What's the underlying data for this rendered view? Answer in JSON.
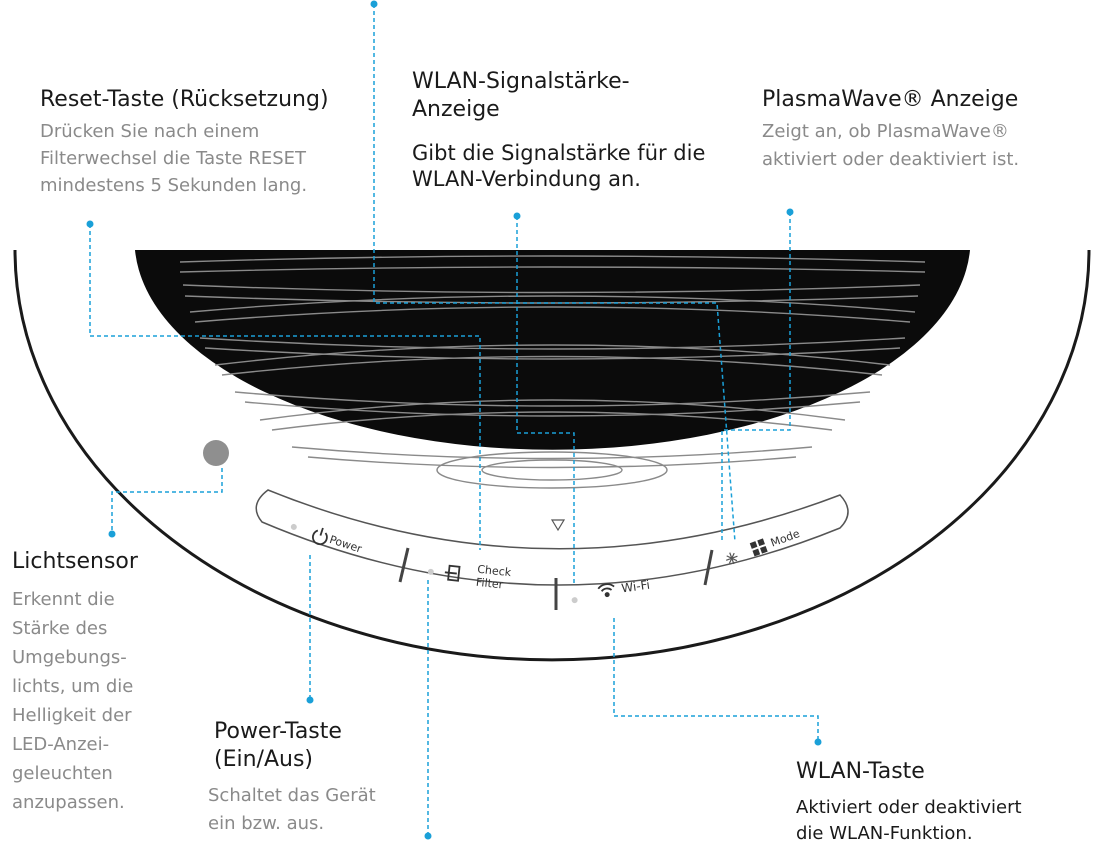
{
  "callouts": {
    "reset": {
      "title": "Reset-Taste (Rücksetzung)",
      "lines": [
        "Drücken Sie nach einem",
        "Filterwechsel die Taste RESET",
        "mindestens 5 Sekunden lang."
      ]
    },
    "wifi_signal": {
      "title_lines": [
        "WLAN-Signalstärke-",
        "Anzeige"
      ],
      "lines": [
        "Gibt die Signalstärke für die",
        "WLAN-Verbindung an."
      ]
    },
    "plasmawave": {
      "title": "PlasmaWave® Anzeige",
      "lines": [
        "Zeigt an, ob PlasmaWave®",
        "aktiviert oder deaktiviert ist."
      ]
    },
    "light_sensor": {
      "title": "Lichtsensor",
      "lines": [
        "Erkennt die",
        "Stärke des",
        "Umgebungs-",
        "lichts, um die",
        "Helligkeit der",
        "LED-Anzei-",
        "geleuchten",
        "anzupassen."
      ]
    },
    "power": {
      "title_lines": [
        "Power-Taste",
        "(Ein/Aus)"
      ],
      "lines": [
        "Schaltet das Gerät",
        "ein bzw. aus."
      ]
    },
    "wifi_button": {
      "title": "WLAN-Taste",
      "lines": [
        "Aktiviert oder deaktiviert",
        "die WLAN-Funktion."
      ]
    }
  },
  "panel": {
    "power": "Power",
    "check1": "Check",
    "check2": "Filter",
    "wifi": "Wi-Fi",
    "mode": "Mode"
  },
  "colors": {
    "leader": "#1aa0d8",
    "grille": "#0b0b0b",
    "slat": "#777777",
    "text_dark": "#1a1a1a",
    "text_grey": "#8a8a8a"
  }
}
